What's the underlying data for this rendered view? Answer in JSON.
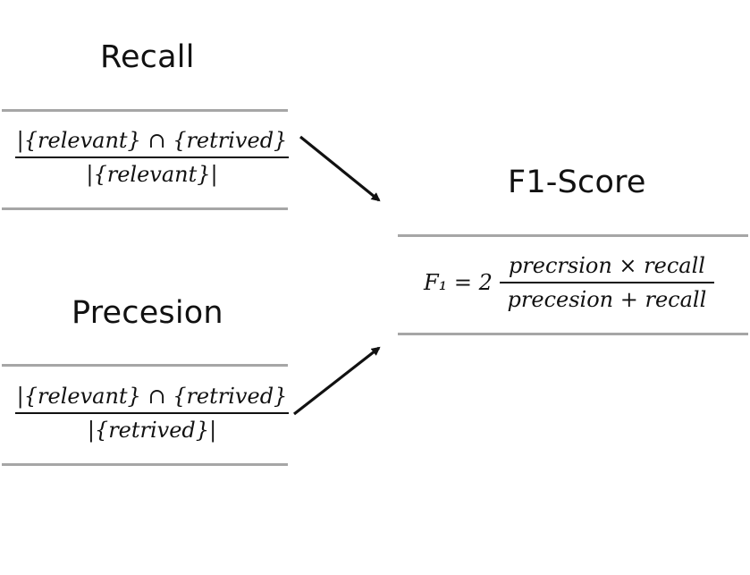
{
  "recall": {
    "title": "Recall",
    "numerator": "|{relevant} ∩ {retrived}",
    "denominator": "|{relevant}|"
  },
  "precision": {
    "title": "Precesion",
    "numerator": "|{relevant} ∩ {retrived}",
    "denominator": "|{retrived}|"
  },
  "f1": {
    "title": "F1-Score",
    "lhs": "F₁ = 2",
    "numerator": "precrsion × recall",
    "denominator": "precesion + recall"
  },
  "colors": {
    "rule": "#a6a6a6",
    "ink": "#111111",
    "background": "#ffffff"
  }
}
